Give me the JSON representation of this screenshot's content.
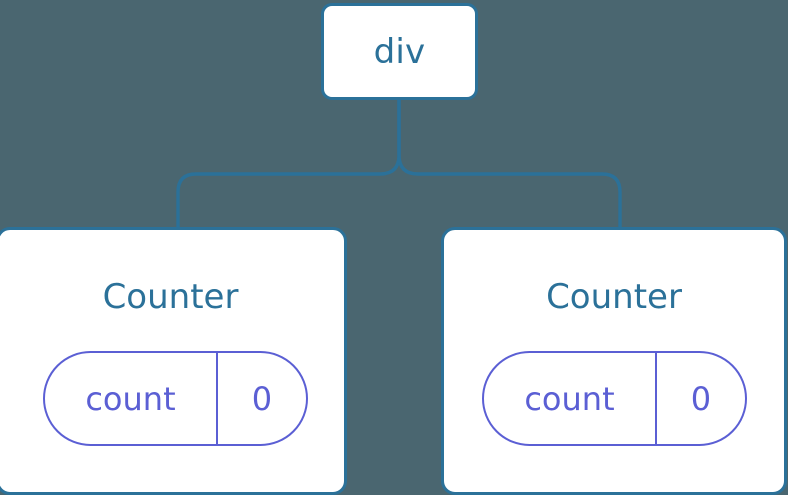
{
  "diagram": {
    "type": "component-tree",
    "background_color": "#4a6670",
    "node_border_color": "#2b7199",
    "node_fill_color": "#ffffff",
    "node_label_color": "#2b7199",
    "state_pill_color": "#5b5fd4",
    "edge_color": "#2b7199",
    "root": {
      "label": "div"
    },
    "children": [
      {
        "label": "Counter",
        "state": {
          "key": "count",
          "value": "0"
        }
      },
      {
        "label": "Counter",
        "state": {
          "key": "count",
          "value": "0"
        }
      }
    ]
  }
}
